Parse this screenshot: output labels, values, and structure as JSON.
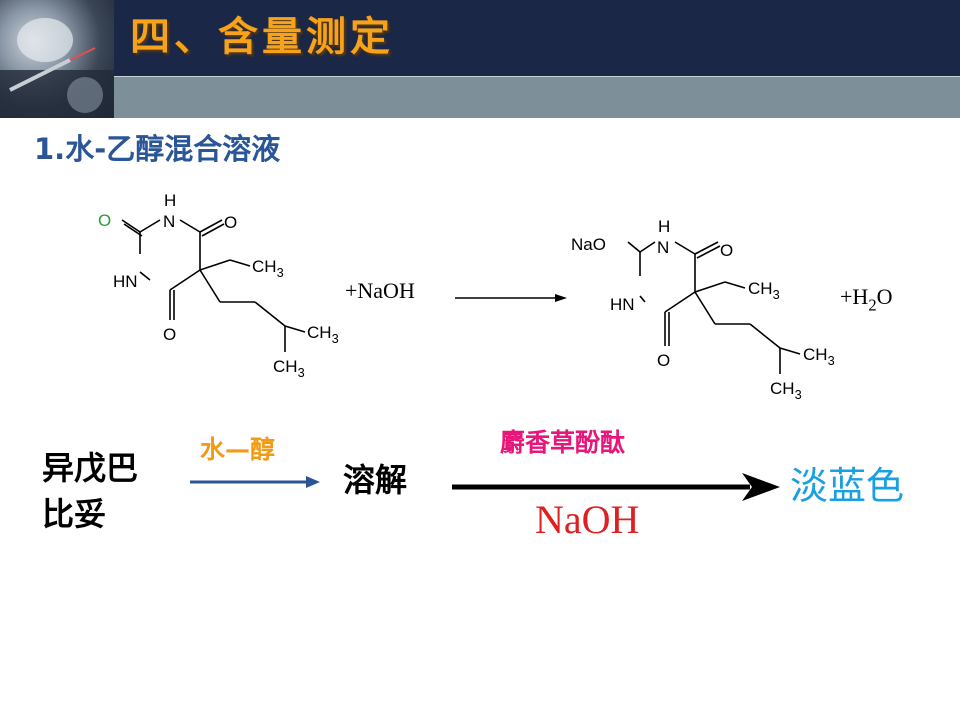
{
  "header": {
    "title": "四、含量测定"
  },
  "section": {
    "subtitle": "1.水-乙醇混合溶液"
  },
  "reaction": {
    "reactant": {
      "o_top_left": "O",
      "nh_top": "H",
      "n_top": "N",
      "o_right": "O",
      "hn": "HN",
      "o_bottom": "O",
      "ch3_1": "CH3",
      "ch3_2": "CH3",
      "ch3_3": "CH3"
    },
    "plus_naoh": "+NaOH",
    "product": {
      "nao": "NaO",
      "nh_top": "H",
      "n_top": "N",
      "o_right": "O",
      "hn": "HN",
      "o_bottom": "O",
      "ch3_1": "CH3",
      "ch3_2": "CH3",
      "ch3_3": "CH3"
    },
    "plus_water": "+H2O"
  },
  "scheme": {
    "start": "异戊巴比妥",
    "solvent": "水—醇",
    "dissolve": "溶解",
    "indicator": "麝香草酚酞",
    "reagent": "NaOH",
    "result": "淡蓝色"
  },
  "colors": {
    "title": "#f7a21b",
    "header_navy": "#1b2746",
    "header_gray": "#7d8f99",
    "subtitle": "#2a5596",
    "solvent": "#f29a14",
    "indicator": "#e8157b",
    "reagent": "#e02020",
    "result": "#1a9fe0",
    "arrow_blue": "#2a5596"
  }
}
